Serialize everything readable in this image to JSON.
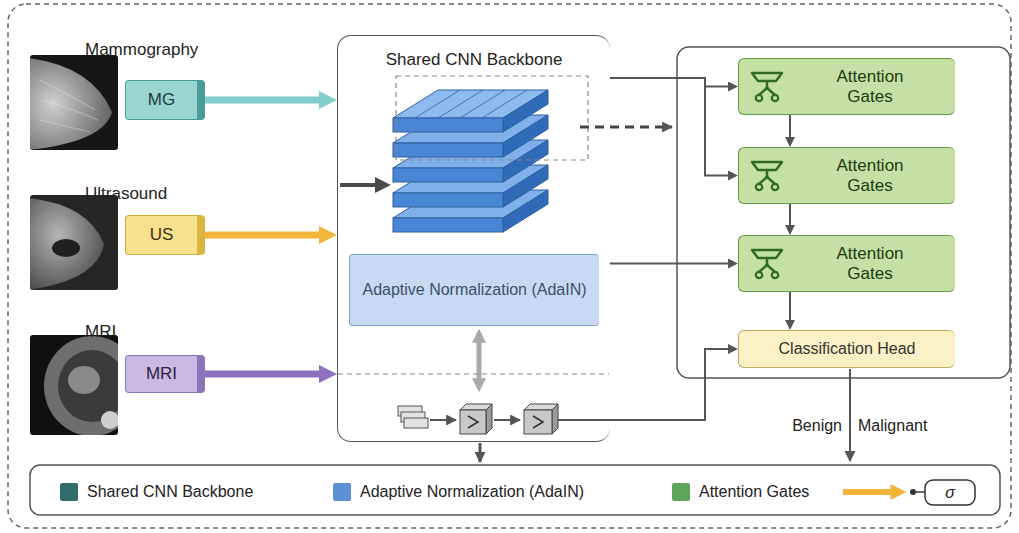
{
  "diagram": {
    "nodes": [
      {
        "text": [
          "MG"
        ]
      },
      {
        "text": [
          "US"
        ]
      },
      {
        "text": [
          "MRI"
        ]
      },
      {
        "text": [
          "Shared CNN Backbone"
        ]
      },
      {
        "text": [
          "Adaptive Normalization (AdaIN)"
        ],
        "in": 3
      },
      {
        "text": [
          "Attention Gates"
        ]
      },
      {
        "text": [
          "Attention Gates"
        ]
      },
      {
        "text": [
          "Attention Gates"
        ]
      },
      {
        "text": [
          "Classification Head"
        ]
      }
    ],
    "edges": [
      {
        "from": 0,
        "to": 3,
        "arrow": "to"
      },
      {
        "from": 1,
        "to": 3,
        "arrow": "to"
      },
      {
        "from": 2,
        "to": 3,
        "arrow": "to"
      },
      {
        "from": 3,
        "to": 5,
        "arrow": "to"
      },
      {
        "from": 3,
        "to": 6,
        "arrow": "to"
      },
      {
        "from": 3,
        "to": 7,
        "arrow": "to"
      },
      {
        "from": 5,
        "to": 6,
        "arrow": "to"
      },
      {
        "from": 6,
        "to": 7,
        "arrow": "to"
      },
      {
        "from": 7,
        "to": 8,
        "arrow": "to"
      },
      {
        "from": 3,
        "to": 8,
        "arrow": "to"
      }
    ],
    "labels": [
      "Mammography",
      "Ultrasound",
      "MRI",
      "Benign",
      "Malignant",
      "σ"
    ],
    "legend": [
      {
        "text": "Shared CNN Backbone",
        "color": "#2f6e6c"
      },
      {
        "text": "Adaptive Normalization (AdaIN)",
        "color": "#5b8fd6"
      },
      {
        "text": "Attention Gates",
        "color": "#5da55a"
      }
    ]
  }
}
